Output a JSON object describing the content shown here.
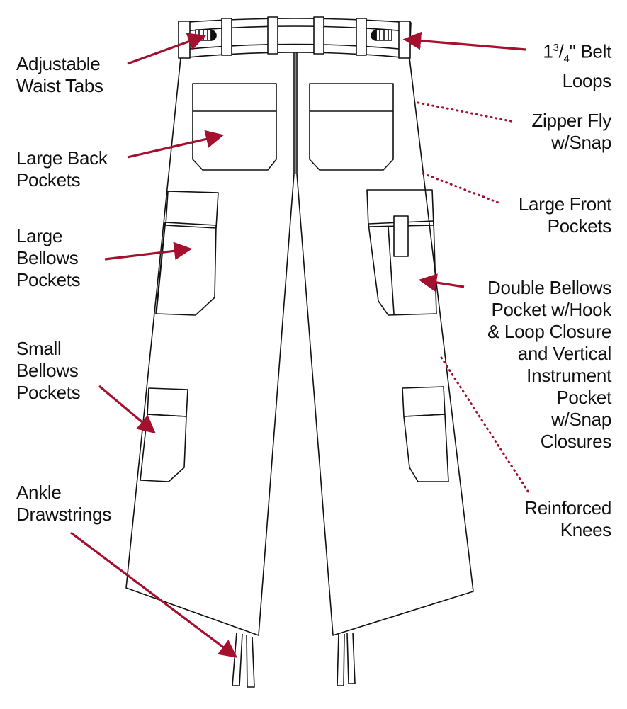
{
  "colors": {
    "arrow": "#a6102f",
    "outline": "#111111",
    "background": "#ffffff"
  },
  "labels": {
    "waist_tabs": "Adjustable\nWaist Tabs",
    "belt_loops_num": "1",
    "belt_loops_frac_top": "3",
    "belt_loops_frac_bottom": "4",
    "belt_loops_rest": "\" Belt\nLoops",
    "zipper_fly": "Zipper Fly\nw/Snap",
    "back_pockets": "Large Back\nPockets",
    "front_pockets": "Large Front\nPockets",
    "large_bellows": "Large\nBellows\nPockets",
    "double_bellows": "Double Bellows\nPocket w/Hook\n& Loop Closure\nand Vertical\nInstrument\nPocket\nw/Snap\nClosures",
    "small_bellows": "Small\nBellows\nPockets",
    "reinforced_knees": "Reinforced\nKnees",
    "ankle_drawstrings": "Ankle\nDrawstrings"
  }
}
